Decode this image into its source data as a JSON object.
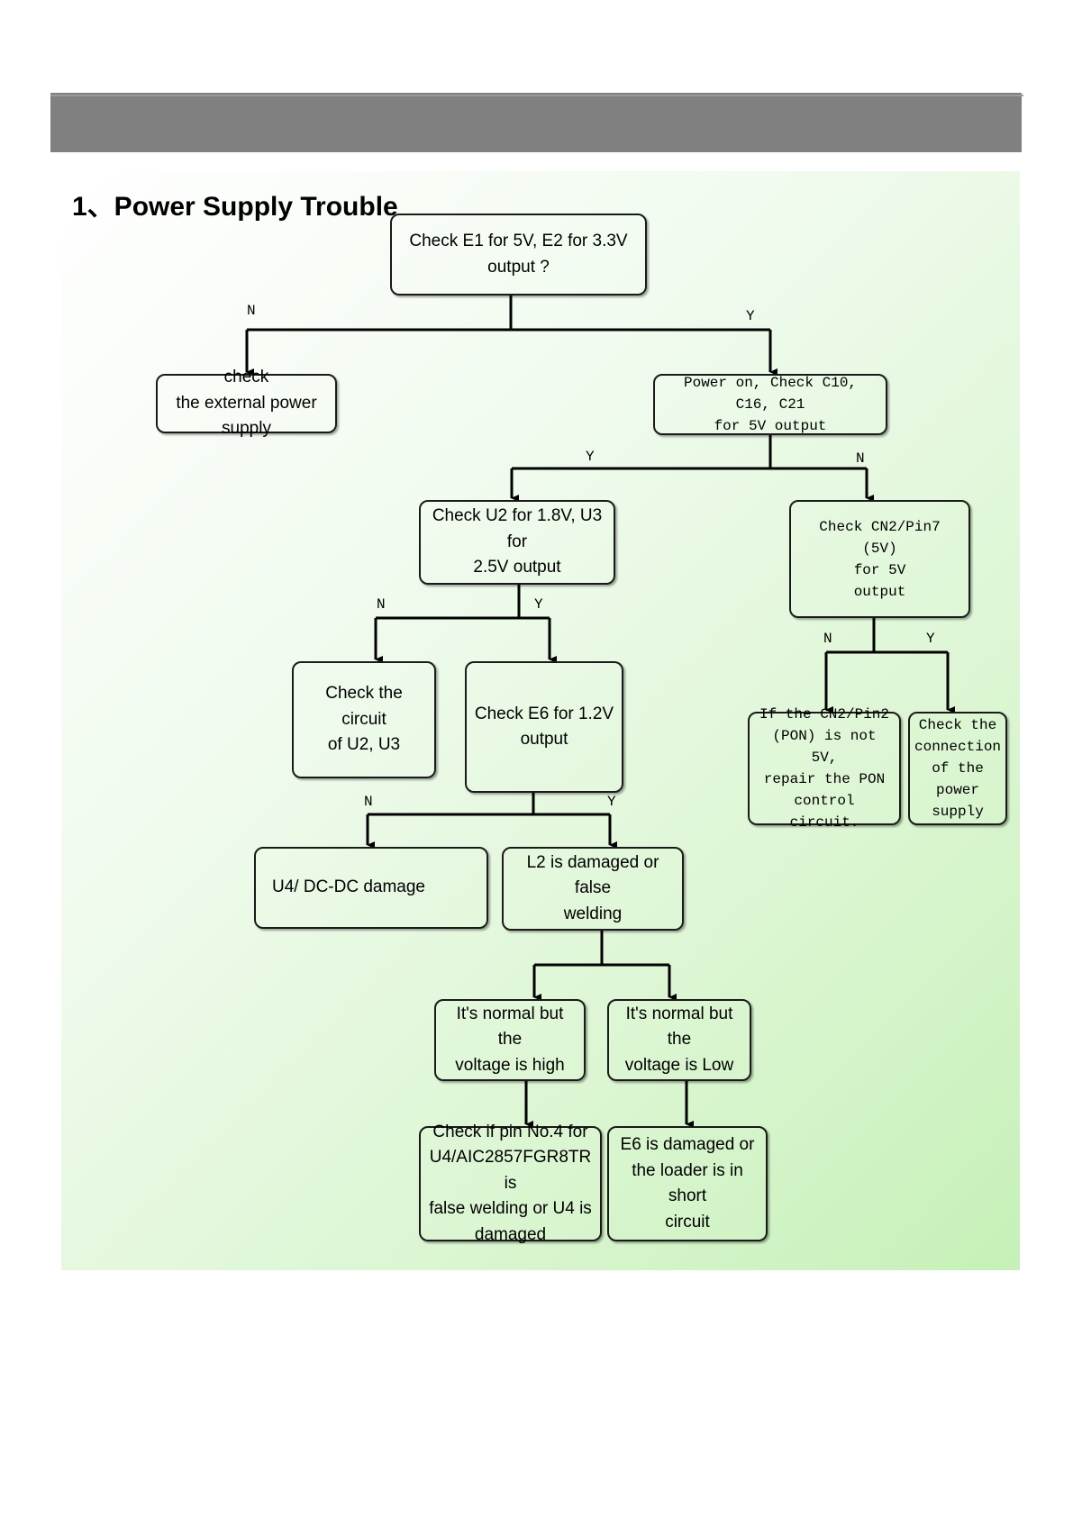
{
  "header": {
    "color": "#808080"
  },
  "title": "1、Power Supply Trouble",
  "nodes": {
    "q1": "Check E1 for 5V, E2 for 3.3V output ?",
    "ext": "check\nthe external power supply",
    "pon": "Power on,  Check C10, C16, C21\nfor 5V output",
    "u2u3": "Check U2 for 1.8V, U3 for\n2.5V output",
    "cn2": "Check CN2/Pin7 (5V)\nfor 5V\noutput",
    "circ": "Check the circuit\nof U2, U3",
    "e6": "Check E6 for 1.2V\noutput",
    "pin2": "If the CN2/Pin2\n(PON) is not 5V,\nrepair  the PON\ncontrol circuit.",
    "conn": "Check the\nconnection\nof the power\nsupply",
    "u4": "U4/ DC-DC damage",
    "l2": "L2 is damaged or false\nwelding",
    "high": "It's normal but the\nvoltage is high",
    "low": "It's normal but the\nvoltage is Low",
    "pin4": "Check if pin No.4 for\nU4/AIC2857FGR8TR is\nfalse welding or U4 is\ndamaged",
    "e6dmg": "E6 is damaged or\nthe loader is in short\ncircuit"
  },
  "edge_labels": {
    "n": "N",
    "y": "Y"
  }
}
